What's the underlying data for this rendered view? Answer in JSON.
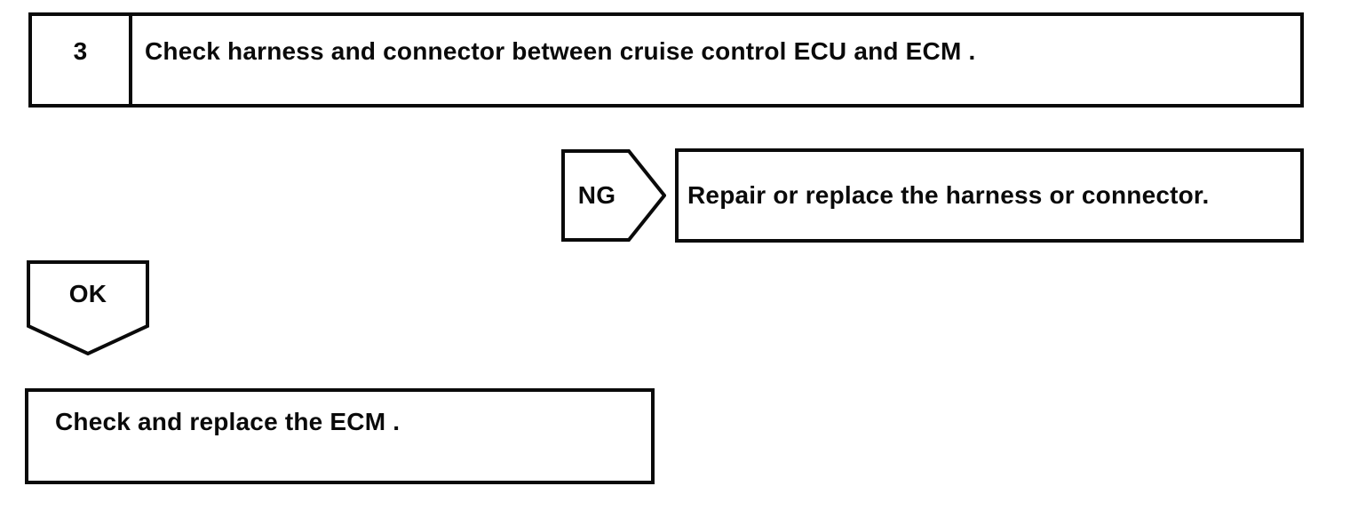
{
  "flowchart": {
    "step": {
      "number": "3",
      "instruction": "Check harness and connector between cruise control ECU and ECM ."
    },
    "ng_branch": {
      "label": "NG",
      "action": "Repair or replace the harness or connector."
    },
    "ok_branch": {
      "label": "OK",
      "action": "Check and replace the ECM ."
    },
    "colors": {
      "line": "#0a0a0a",
      "background": "#ffffff"
    }
  }
}
